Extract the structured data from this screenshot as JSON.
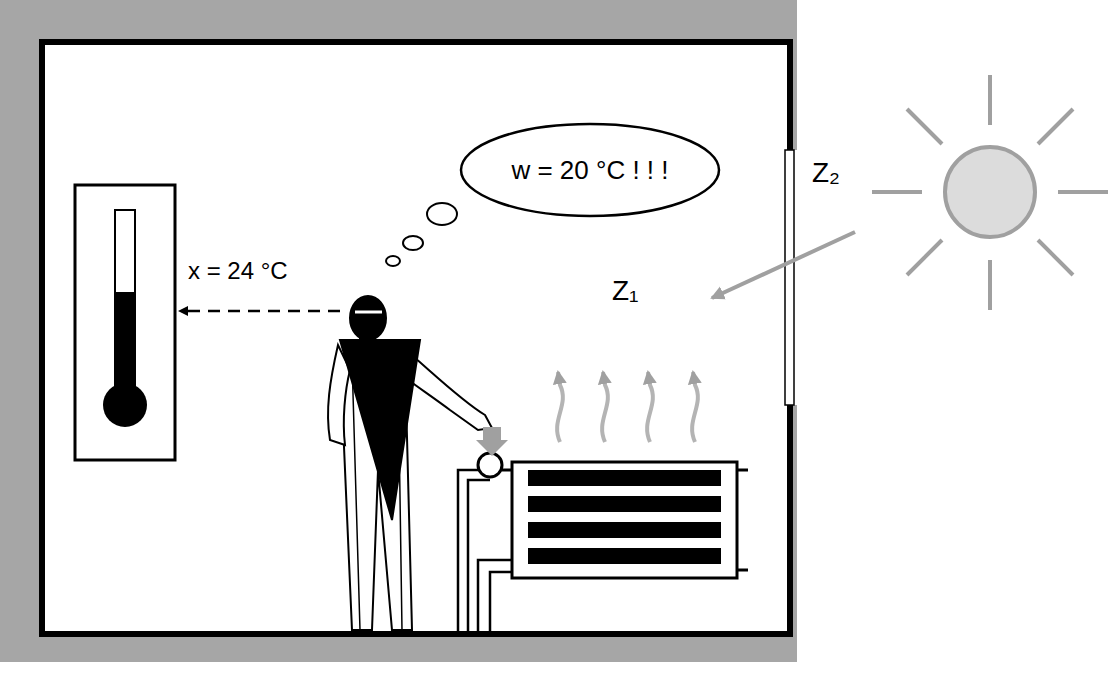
{
  "diagram": {
    "nodes": [
      {
        "text": [
          "w = 20 °C ! ! !"
        ]
      }
    ],
    "labels": [
      "x = 24 °C",
      "Z₂",
      "Z₁"
    ]
  }
}
